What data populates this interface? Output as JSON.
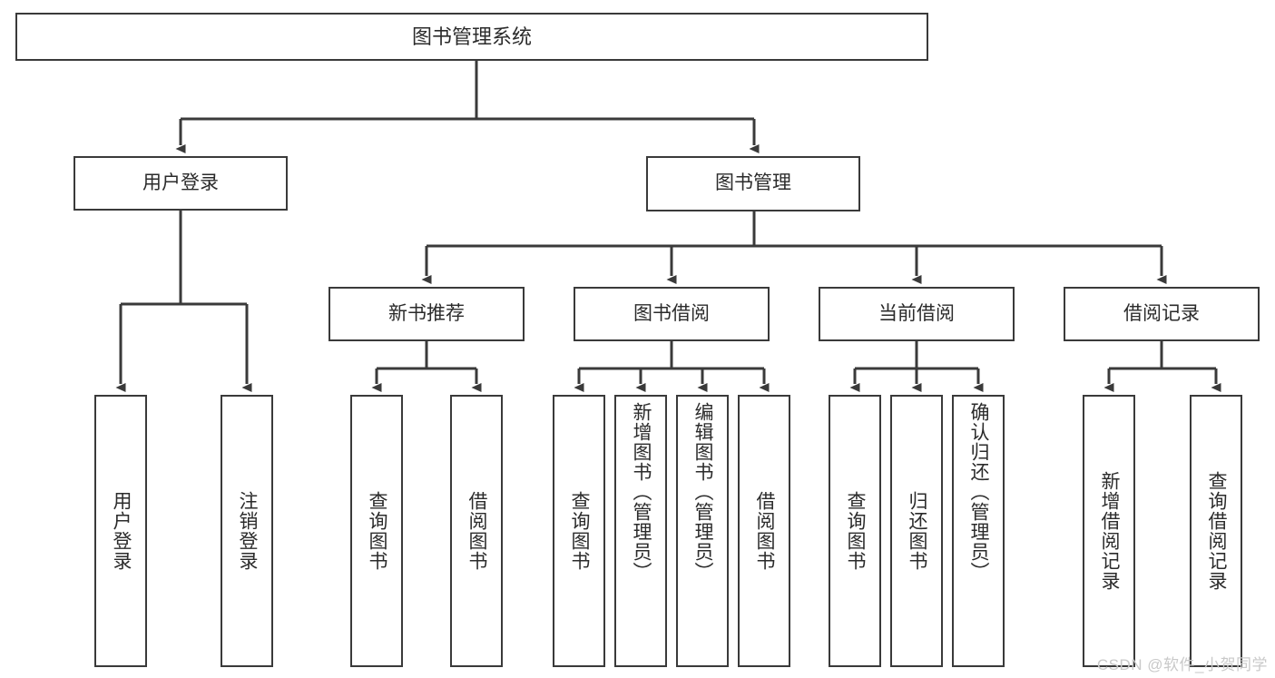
{
  "diagram": {
    "title": "图书管理系统",
    "watermark": "CSDN @软件_小贺同学",
    "colors": {
      "background": "#ffffff",
      "box_border": "#3a3a3a",
      "connector": "#3a3a3a",
      "text": "#2b2b2b",
      "watermark": "#c9c9c9"
    },
    "root": {
      "label": "图书管理系统"
    },
    "level2": [
      {
        "label": "用户登录"
      },
      {
        "label": "图书管理"
      }
    ],
    "level3": [
      {
        "label": "新书推荐"
      },
      {
        "label": "图书借阅"
      },
      {
        "label": "当前借阅"
      },
      {
        "label": "借阅记录"
      }
    ],
    "leaves": {
      "user_login": [
        {
          "label": "用户登录"
        },
        {
          "label": "注销登录"
        }
      ],
      "new_book_recommend": [
        {
          "label": "查询图书"
        },
        {
          "label": "借阅图书"
        }
      ],
      "book_borrow": [
        {
          "label": "查询图书"
        },
        {
          "label": "新增图书（管理员）"
        },
        {
          "label": "编辑图书（管理员）"
        },
        {
          "label": "借阅图书"
        }
      ],
      "current_borrow": [
        {
          "label": "查询图书"
        },
        {
          "label": "归还图书"
        },
        {
          "label": "确认归还（管理员）"
        }
      ],
      "borrow_record": [
        {
          "label": "新增借阅记录"
        },
        {
          "label": "查询借阅记录"
        }
      ]
    }
  }
}
